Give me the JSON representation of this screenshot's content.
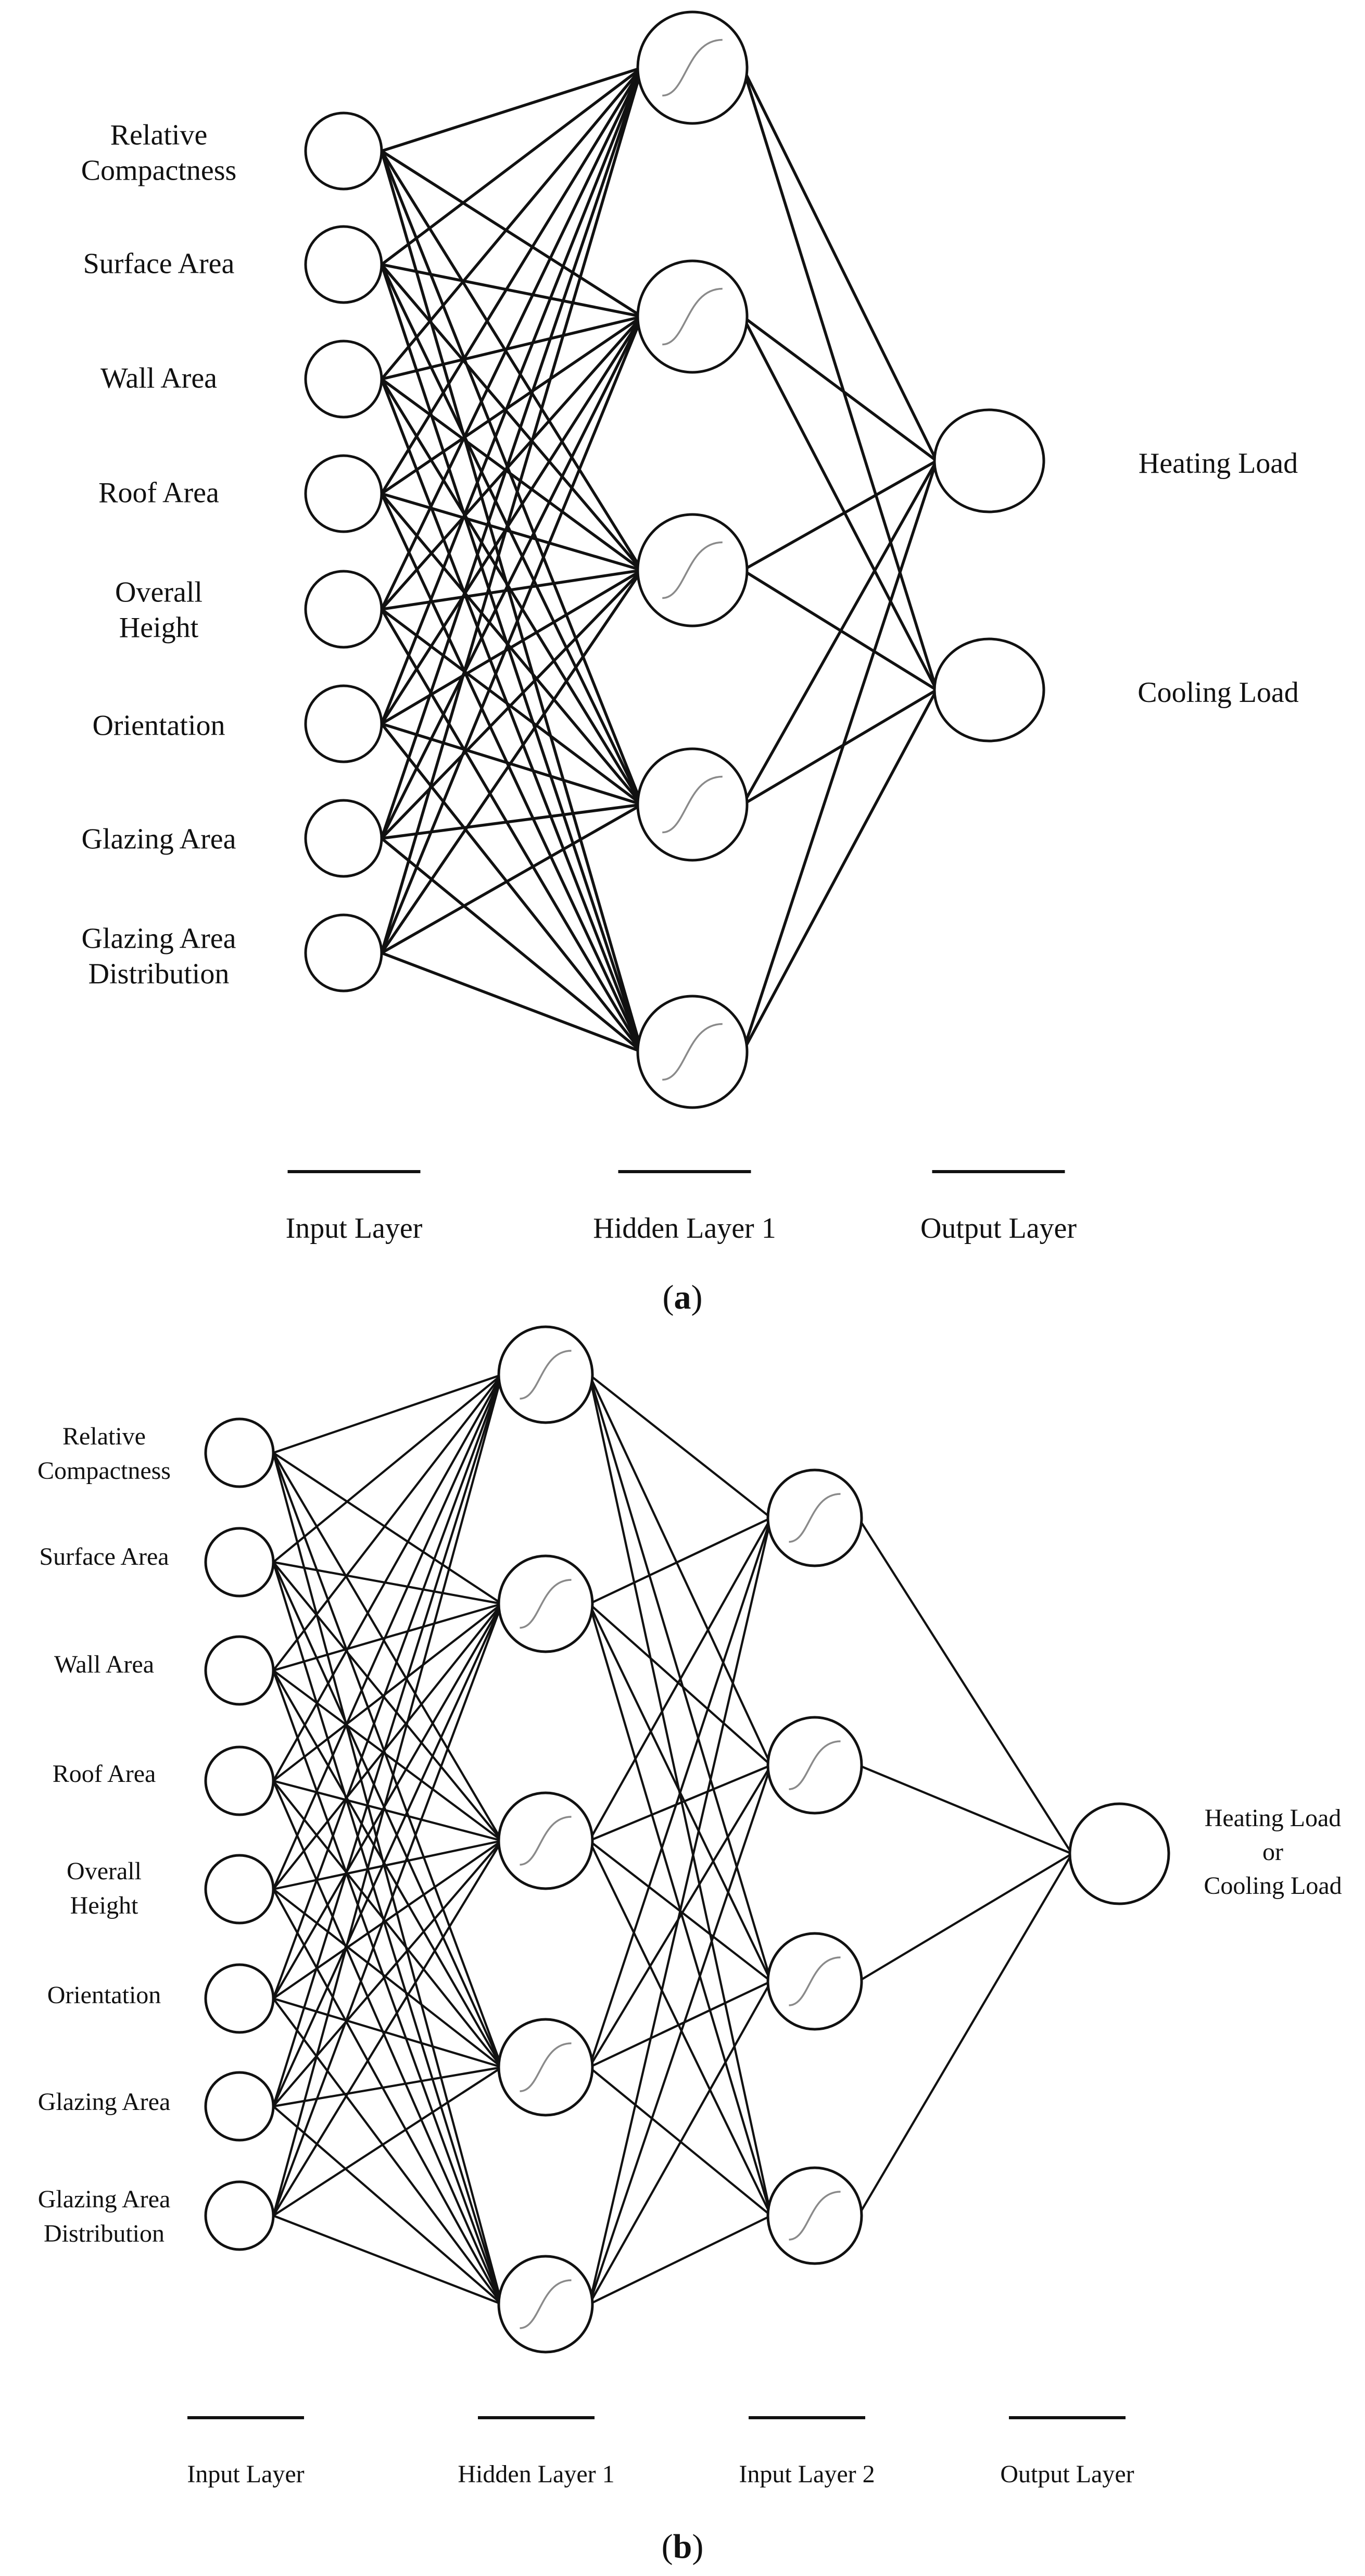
{
  "diagram_a": {
    "inputs": [
      [
        "Relative",
        "Compactness"
      ],
      [
        "Surface Area"
      ],
      [
        "Wall Area"
      ],
      [
        "Roof Area"
      ],
      [
        "Overall",
        "Height"
      ],
      [
        "Orientation"
      ],
      [
        "Glazing Area"
      ],
      [
        "Glazing Area",
        "Distribution"
      ]
    ],
    "outputs": [
      "Heating Load",
      "Cooling Load"
    ],
    "layer_labels": [
      "Input Layer",
      "Hidden Layer 1",
      "Output Layer"
    ],
    "caption": "a",
    "hidden_count": 5
  },
  "diagram_b": {
    "inputs": [
      [
        "Relative",
        "Compactness"
      ],
      [
        "Surface Area"
      ],
      [
        "Wall Area"
      ],
      [
        "Roof Area"
      ],
      [
        "Overall",
        "Height"
      ],
      [
        "Orientation"
      ],
      [
        "Glazing Area"
      ],
      [
        "Glazing Area",
        "Distribution"
      ]
    ],
    "outputs": [
      [
        "Heating Load",
        "or",
        "Cooling Load"
      ]
    ],
    "layer_labels": [
      "Input Layer",
      "Hidden Layer 1",
      "Input Layer 2",
      "Output Layer"
    ],
    "caption": "b",
    "hidden1_count": 5,
    "hidden2_count": 4
  }
}
